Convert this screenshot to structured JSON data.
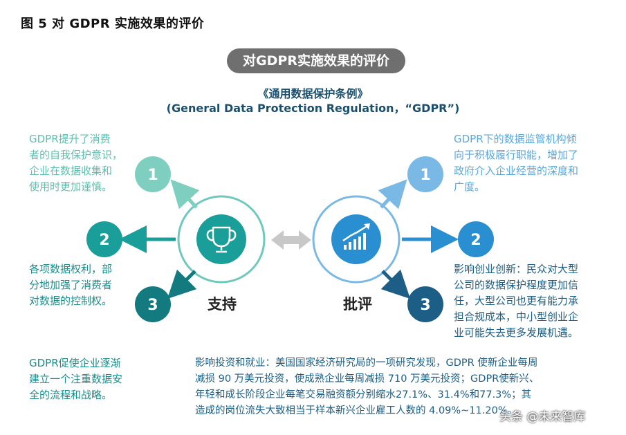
{
  "figure_title": "图 5 对 GDPR 实施效果的评价",
  "header_pill": "对GDPR实施效果的评价",
  "subtitle_line1": "《通用数据保护条例》",
  "subtitle_line2": "(General Data Protection Regulation，“GDPR”)",
  "support": {
    "label": "支持",
    "icon": "trophy-icon",
    "color": "#1a9e9a",
    "points": [
      {
        "num": "1",
        "text": "GDPR提升了消费者的自我保护意识，企业在数据收集和使用时更加谨慎。"
      },
      {
        "num": "2",
        "text": "各项数据权利，部分地加强了消费者对数据的控制权。"
      },
      {
        "num": "3",
        "text": "GDPR促使企业逐渐建立一个注重数据安全的流程和战略。"
      }
    ]
  },
  "critique": {
    "label": "批评",
    "icon": "growth-chart-icon",
    "color": "#2a8fd0",
    "points": [
      {
        "num": "1",
        "text": "GDPR下的数据监管机构倾向于积极履行职能，增加了政府介入企业经营的深度和广度。"
      },
      {
        "num": "2",
        "text": "影响创业创新：民众对大型公司的数据保护程度更加信任，大型公司也更有能力承担合规成本，中小型创业企业可能失去更多发展机遇。"
      },
      {
        "num": "3",
        "text": "影响投资和就业：美国国家经济研究局的一项研究发现，GDPR 使新企业每周减损 90 万美元投资，使成熟企业每周减损 710 万美元投资；GDPR使新兴、年轻和成长阶段企业每笔交易融资额分别缩水27.1%、31.4%和77.3%；其造成的岗位流失大致相当于样本新兴企业雇工人数的 4.09%~11.20%。"
      }
    ]
  },
  "texts": {
    "s1": [
      "GDPR提升了消费",
      "者的自我保护意识，",
      "企业在数据收集和",
      "使用时更加谨慎。"
    ],
    "s2": [
      "各项数据权利，部",
      "分地加强了消费者",
      "对数据的控制权。"
    ],
    "s3": [
      "GDPR促使企业逐渐",
      "建立一个注重数据安",
      "全的流程和战略。"
    ],
    "c1": [
      "GDPR下的数据监管机构倾",
      "向于积极履行职能，增加了",
      "政府介入企业经营的深度和",
      "广度。"
    ],
    "c2": [
      "影响创业创新：民众对大型",
      "公司的数据保护程度更加信",
      "任，大型公司也更有能力承",
      "担合规成本，中小型创业企",
      "业可能失去更多发展机遇。"
    ],
    "c3": [
      "影响投资和就业：美国国家经济研究局的一项研究发现，GDPR 使新企业每周",
      "减损 90 万美元投资，使成熟企业每周减损 710 万美元投资；GDPR使新兴、",
      "年轻和成长阶段企业每笔交易融资额分别缩水27.1%、31.4%和77.3%；其",
      "造成的岗位流失大致相当于样本新兴企业雇工人数的 4.09%~11.20%。"
    ]
  },
  "watermark": "头条 @未来智库"
}
